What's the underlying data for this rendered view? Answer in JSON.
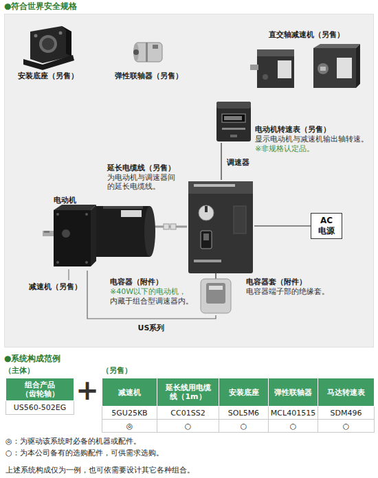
{
  "diagram": {
    "title": "●符合世界安全规格",
    "nodes": [
      {
        "text": [
          "安装底座（另售）"
        ]
      },
      {
        "text": [
          "弹性联轴器（另售）"
        ]
      },
      {
        "text": [
          "直交轴减速机（另售）"
        ]
      },
      {
        "text": [
          "电动机转速表（另售）",
          "显示电动机与减速机输出轴转速。",
          "※非规格认定品。"
        ]
      },
      {
        "text": [
          "调速器"
        ]
      },
      {
        "text": [
          "AC 电源"
        ]
      },
      {
        "text": [
          "电动机"
        ]
      }
    ],
    "edges": [
      {
        "from": 3,
        "to": 4,
        "arrow": "none"
      },
      {
        "from": 6,
        "to": 4,
        "arrow": "none"
      },
      {
        "from": 4,
        "to": 5,
        "arrow": "none"
      }
    ],
    "labels": [
      "延长电缆线（另售）",
      "为电动机与调速器间的延长电缆线。",
      "减速机（另售）",
      "电容器（附件）",
      "※40W以下的电动机，",
      "内藏于组合型调速器内。",
      "电容器套（附件）",
      "电容器端子部的绝缘套。",
      "US系列",
      "●系统构成范例",
      "（主体）",
      "（另售）",
      "组合产品（齿轮轴）",
      "US560-502EG",
      "+",
      "减速机",
      "延长线用电缆线（1m）",
      "安装底座",
      "弹性联轴器",
      "马达转速表",
      "5GU25KB",
      "CC01SS2",
      "SOL5M6",
      "MCL401515",
      "SDM496",
      "◎",
      "○",
      "○",
      "○",
      "○",
      "◎：为驱动该系统时必备的机器或配件。",
      "○：为本公司备有的选购配件，可供需求选购。",
      "上述系统构成仅为一例，也可依需要设计其它各种组合。"
    ]
  }
}
